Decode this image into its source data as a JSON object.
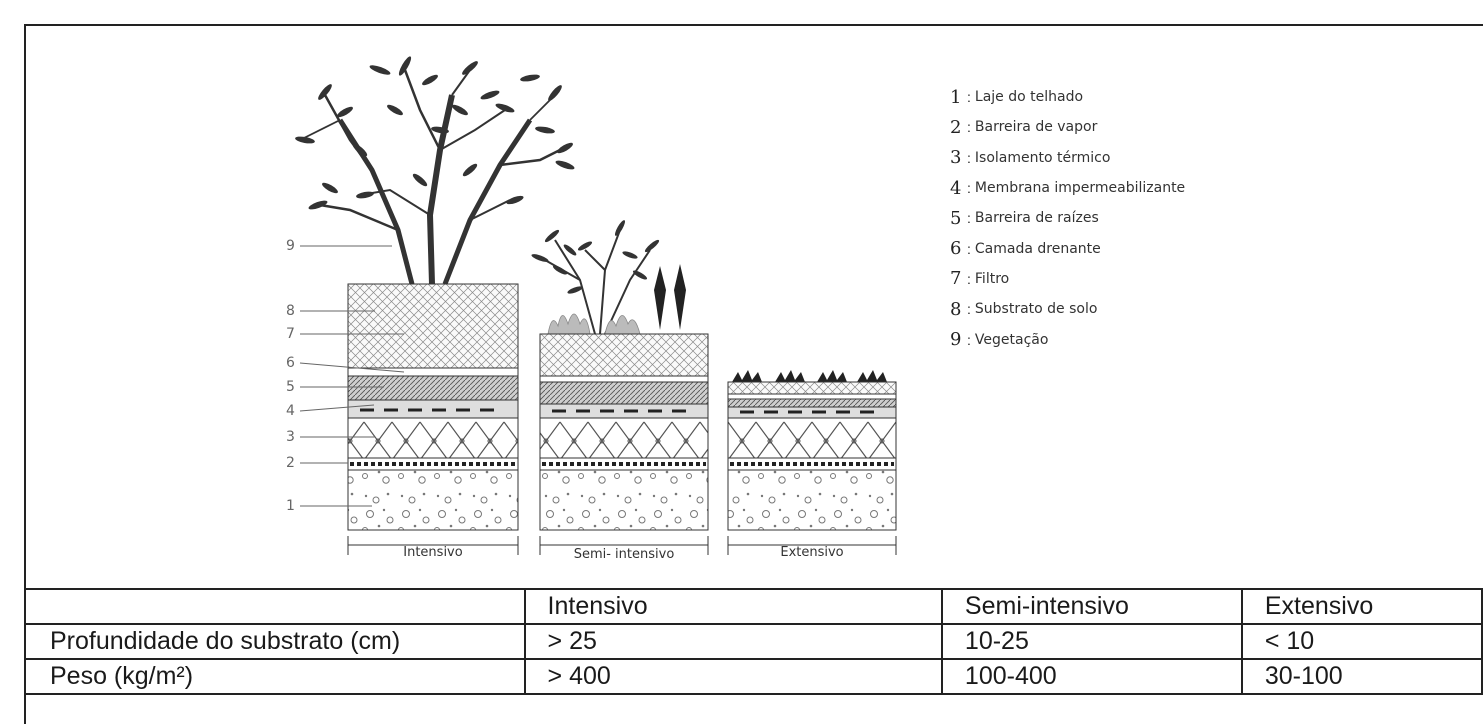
{
  "diagram": {
    "column_labels": [
      "Intensivo",
      "Semi- intensivo",
      "Extensivo"
    ],
    "layer_numbers": [
      "1",
      "2",
      "3",
      "4",
      "5",
      "6",
      "7",
      "8",
      "9"
    ]
  },
  "legend": {
    "separator": ":",
    "items": [
      {
        "number": "1",
        "label": "Laje do telhado"
      },
      {
        "number": "2",
        "label": "Barreira de vapor"
      },
      {
        "number": "3",
        "label": "Isolamento térmico"
      },
      {
        "number": "4",
        "label": "Membrana impermeabilizante"
      },
      {
        "number": "5",
        "label": "Barreira de raízes"
      },
      {
        "number": "6",
        "label": "Camada drenante"
      },
      {
        "number": "7",
        "label": "Filtro"
      },
      {
        "number": "8",
        "label": "Substrato de solo"
      },
      {
        "number": "9",
        "label": "Vegetação"
      }
    ]
  },
  "table": {
    "header": [
      "",
      "Intensivo",
      "Semi-intensivo",
      "Extensivo"
    ],
    "rows": [
      {
        "label": "Profundidade do substrato (cm)",
        "values": [
          "> 25",
          "10-25",
          "< 10"
        ]
      },
      {
        "label": "Peso (kg/m²)",
        "values": [
          "> 400",
          "100-400",
          "30-100"
        ]
      }
    ]
  }
}
